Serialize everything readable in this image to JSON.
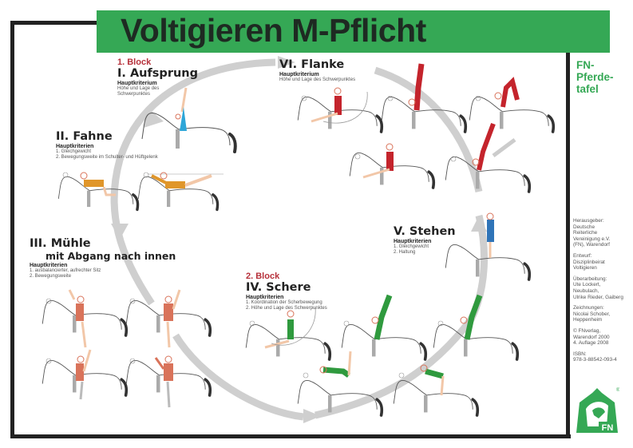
{
  "title": "Voltigieren M-Pflicht",
  "brand": {
    "line1": "FN-",
    "line2": "Pferde-",
    "line3": "tafel"
  },
  "colors": {
    "brand_green": "#35a855",
    "block_red": "#b6303a",
    "flanke": "#c4242c",
    "schere": "#2f9a3e",
    "fahne": "#e0962a",
    "muehle": "#d9735a",
    "stehen": "#2f74b8",
    "aufsprung": "#2ea6d8",
    "arrow_gray": "#cfcfcf"
  },
  "sections": {
    "aufsprung": {
      "block": "1. Block",
      "heading": "I. Aufsprung",
      "criteria_label": "Hauptkriterium",
      "criteria": [
        "Höhe und Lage des",
        "Schwerpunktes"
      ]
    },
    "fahne": {
      "heading": "II. Fahne",
      "criteria_label": "Hauptkriterien",
      "criteria": [
        "1. Gleichgewicht",
        "2. Bewegungsweite im Schulter- und Hüftgelenk"
      ]
    },
    "muehle": {
      "heading": "III. Mühle",
      "subheading": "mit Abgang nach innen",
      "criteria_label": "Hauptkriterien",
      "criteria": [
        "1. ausbalancierter, aufrechter Sitz",
        "2. Bewegungsweite"
      ]
    },
    "schere": {
      "block": "2. Block",
      "heading": "IV. Schere",
      "criteria_label": "Hauptkriterien",
      "criteria": [
        "1. Koordination der Scherbewegung",
        "2. Höhe und Lage des Schwerpunktes"
      ]
    },
    "stehen": {
      "heading": "V. Stehen",
      "criteria_label": "Hauptkriterien",
      "criteria": [
        "1. Gleichgewicht",
        "2. Haltung"
      ]
    },
    "flanke": {
      "heading": "VI. Flanke",
      "criteria_label": "Hauptkriterium",
      "criteria": [
        "Höhe und Lage des Schwerpunktes"
      ]
    }
  },
  "imprint": {
    "publisher": [
      "Herausgeber:",
      "Deutsche",
      "Reiterliche",
      "Vereinigung e.V.",
      "(FN), Warendorf"
    ],
    "draft": [
      "Entwurf:",
      "Disziplinbeirat",
      "Voltigieren"
    ],
    "revision": [
      "Überarbeitung:",
      "Ute Lockert,",
      "Neubulach,",
      "Ulrike Rieder, Gaiberg"
    ],
    "drawings": [
      "Zeichnungen:",
      "Nicolai Schober,",
      "Heppenheim"
    ],
    "copyright": [
      "© FNverlag,",
      "Warendorf 2000",
      "4. Auflage 2008"
    ],
    "isbn": [
      "ISBN:",
      "978-3-88542-093-4"
    ]
  },
  "logo": {
    "text": "FN",
    "registered": "®"
  }
}
